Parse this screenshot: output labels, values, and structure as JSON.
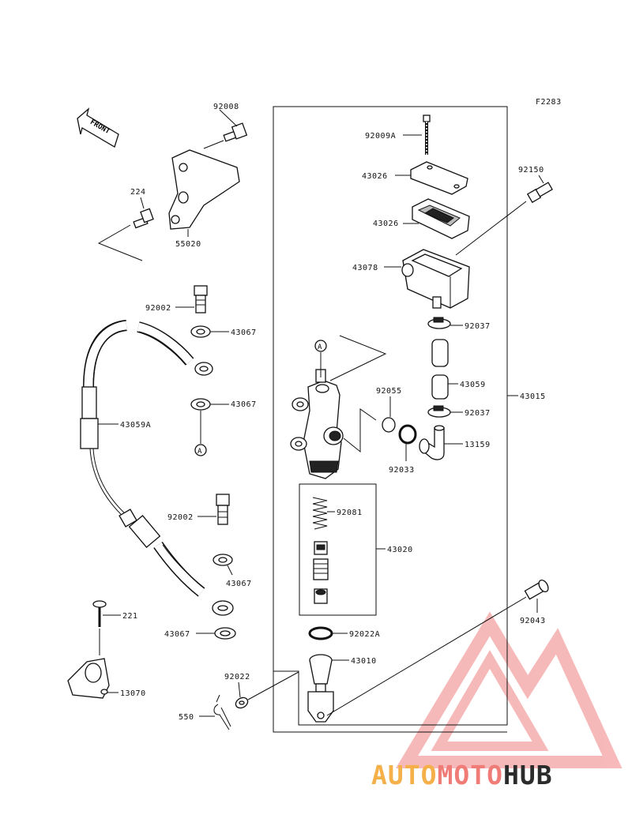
{
  "figure_code": "F2283",
  "front_label": "FRONT",
  "ref_marker": "A",
  "parts": [
    {
      "id": "92008",
      "label": "92008"
    },
    {
      "id": "224",
      "label": "224"
    },
    {
      "id": "55020",
      "label": "55020"
    },
    {
      "id": "92002_top",
      "label": "92002"
    },
    {
      "id": "43067_1",
      "label": "43067"
    },
    {
      "id": "43067_2",
      "label": "43067"
    },
    {
      "id": "43059A",
      "label": "43059A"
    },
    {
      "id": "92002_bot",
      "label": "92002"
    },
    {
      "id": "43067_3",
      "label": "43067"
    },
    {
      "id": "43067_4",
      "label": "43067"
    },
    {
      "id": "221",
      "label": "221"
    },
    {
      "id": "13070",
      "label": "13070"
    },
    {
      "id": "550",
      "label": "550"
    },
    {
      "id": "92022",
      "label": "92022"
    },
    {
      "id": "92009A",
      "label": "92009A"
    },
    {
      "id": "43026_1",
      "label": "43026"
    },
    {
      "id": "43026_2",
      "label": "43026"
    },
    {
      "id": "43078",
      "label": "43078"
    },
    {
      "id": "92150",
      "label": "92150"
    },
    {
      "id": "92037_1",
      "label": "92037"
    },
    {
      "id": "43059",
      "label": "43059"
    },
    {
      "id": "92037_2",
      "label": "92037"
    },
    {
      "id": "43015",
      "label": "43015"
    },
    {
      "id": "13159",
      "label": "13159"
    },
    {
      "id": "92055",
      "label": "92055"
    },
    {
      "id": "92033",
      "label": "92033"
    },
    {
      "id": "92081",
      "label": "92081"
    },
    {
      "id": "43020",
      "label": "43020"
    },
    {
      "id": "92022A",
      "label": "92022A"
    },
    {
      "id": "43010",
      "label": "43010"
    },
    {
      "id": "92043",
      "label": "92043"
    }
  ],
  "watermark": {
    "brand": "AUTOMOTOHUB",
    "part_1": "AUTO",
    "part_2": "MOTO",
    "part_3": "HUB",
    "color_1": "#f5b04a",
    "color_2": "#f07c78",
    "color_3": "#2b2b2b"
  }
}
